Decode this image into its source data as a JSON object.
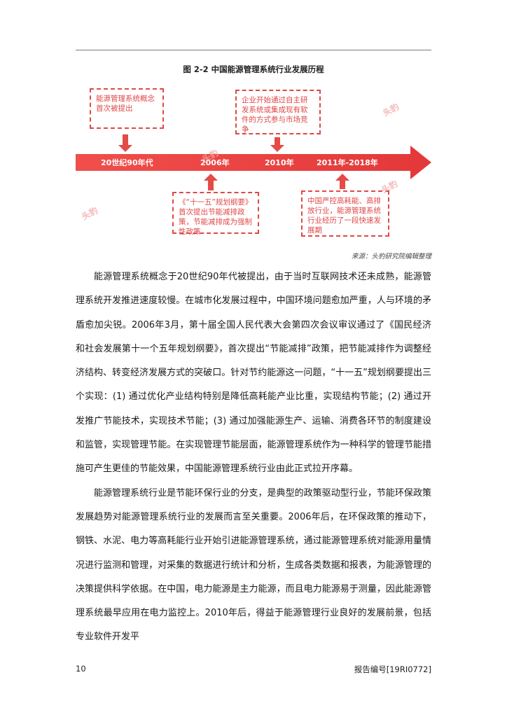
{
  "figure": {
    "title": "图 2-2 中国能源管理系统行业发展历程",
    "timeline_labels": [
      "20世纪90年代",
      "2006年",
      "2010年",
      "2011年-2018年"
    ],
    "notes": {
      "n1990s": "能源管理系统概念首次被提出",
      "n2006": "《“十一五”规划纲要》首次提出节能减排政策，节能减排成为强制性政策",
      "n2010": "企业开始通过自主研发系统或集成现有软件的方式参与市场竞争",
      "n2011": "中国严控高耗能、高排放行业，能源管理系统行业经历了一段快速发展期"
    },
    "watermark": "头豹",
    "source": "来源：头豹研究院编辑整理"
  },
  "body": {
    "p1": "能源管理系统概念于20世纪90年代被提出，由于当时互联网技术还未成熟，能源管理系统开发推进速度较慢。在城市化发展过程中，中国环境问题愈加严重，人与环境的矛盾愈加尖锐。2006年3月，第十届全国人民代表大会第四次会议审议通过了《国民经济和社会发展第十一个五年规划纲要》，首次提出“节能减排”政策，把节能减排作为调整经济结构、转变经济发展方式的突破口。针对节约能源这一问题，“十一五”规划纲要提出三个实现：(1) 通过优化产业结构特别是降低高耗能产业比重，实现结构节能；(2) 通过开发推广节能技术，实现技术节能；(3) 通过加强能源生产、运输、消费各环节的制度建设和监管，实现管理节能。在实现管理节能层面，能源管理系统作为一种科学的管理节能措施可产生更佳的节能效果，中国能源管理系统行业由此正式拉开序幕。",
    "p2": "能源管理系统行业是节能环保行业的分支，是典型的政策驱动型行业，节能环保政策发展趋势对能源管理系统行业的发展而言至关重要。2006年后，在环保政策的推动下，钢铁、水泥、电力等高耗能行业开始引进能源管理系统，通过能源管理系统对能源用量情况进行监测和管理，对采集的数据进行统计和分析，生成各类数据和报表，为能源管理的决策提供科学依据。在中国，电力能源是主力能源，而且电力能源易于测量，因此能源管理系统最早应用在电力监控上。2010年后，得益于能源管理行业良好的发展前景，包括专业软件开发平"
  },
  "footer": {
    "page_number": "10",
    "report_id": "报告编号[19RI0772]"
  },
  "colors": {
    "accent": "#e4393a",
    "note_border": "#e04848"
  }
}
